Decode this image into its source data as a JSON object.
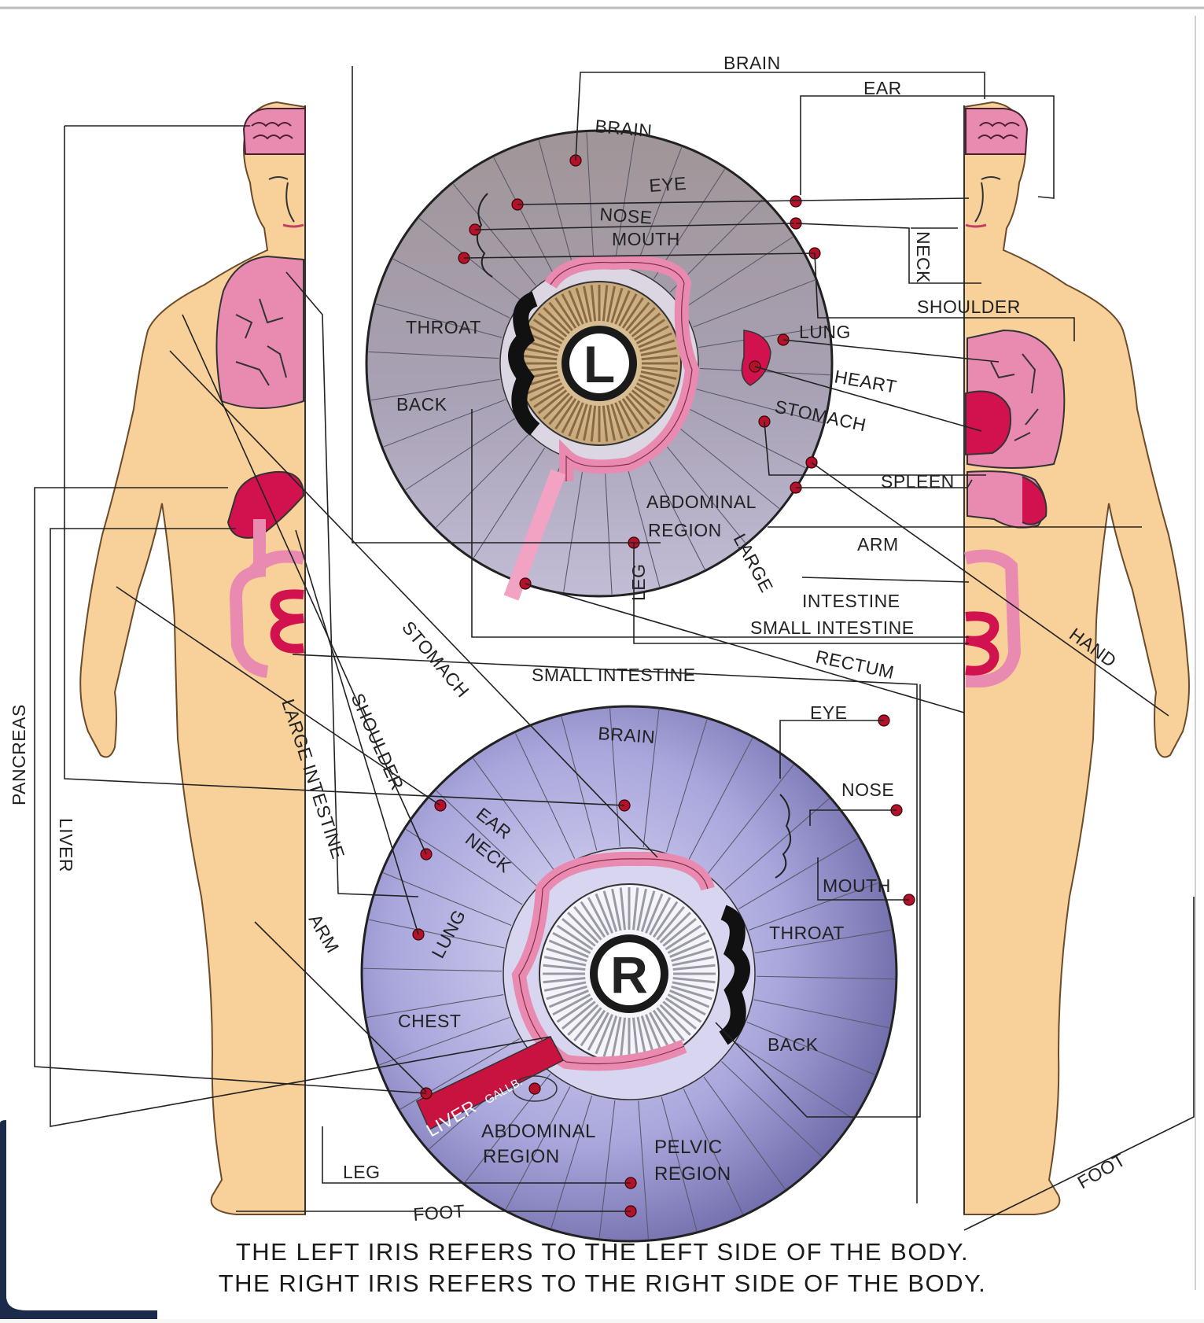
{
  "colors": {
    "skin": "#f7d09a",
    "skin_outline": "#6b4b2a",
    "organ_pink": "#e98bb0",
    "organ_magenta": "#d1124e",
    "left_iris_top": "#9e9698",
    "left_iris_bottom": "#b9b2cc",
    "right_iris_center": "#c9c6e8",
    "right_iris_edge": "#6d6aa8",
    "marker_dot": "#b3122a",
    "letter": "#c8123f"
  },
  "icons": [
    "brain-icon",
    "face-profile-icon",
    "intestine-icon",
    "lung-icon",
    "heart-icon",
    "stomach-icon",
    "liver-icon"
  ],
  "left_iris": {
    "letter": "L",
    "labels": {
      "brain": "BRAIN",
      "eye": "EYE",
      "nose": "NOSE",
      "mouth": "MOUTH",
      "throat": "THROAT",
      "back": "BACK",
      "lung": "LUNG",
      "heart": "HEART",
      "stomach": "STOMACH",
      "spleen": "SPLEEN",
      "abdominal": "ABDOMINAL",
      "region": "REGION",
      "large": "LARGE",
      "leg": "LEG"
    }
  },
  "right_iris": {
    "letter": "R",
    "labels": {
      "brain": "BRAIN",
      "ear": "EAR",
      "neck": "NECK",
      "lung": "LUNG",
      "chest": "CHEST",
      "liver": "LIVER",
      "gallb": "GALLB.",
      "abdominal": "ABDOMINAL",
      "region": "REGION",
      "pelvic": "PELVIC",
      "pelvic_region": "REGION",
      "throat": "THROAT",
      "back": "BACK"
    }
  },
  "outer_labels": {
    "brain_top": "BRAIN",
    "ear": "EAR",
    "neck": "NECK",
    "shoulder_right": "SHOULDER",
    "arm_right": "ARM",
    "intestine": "INTESTINE",
    "small_intestine_right": "SMALL INTESTINE",
    "rectum": "RECTUM",
    "hand": "HAND",
    "small_intestine_center": "SMALL INTESTINE",
    "stomach_diag": "STOMACH",
    "shoulder_diag": "SHOULDER",
    "large_intestine_diag": "LARGE INTESTINE",
    "pancreas": "PANCREAS",
    "liver": "LIVER",
    "arm_left": "ARM",
    "eye_right": "EYE",
    "nose_right": "NOSE",
    "mouth_right": "MOUTH",
    "leg": "LEG",
    "foot_bottom": "FOOT",
    "foot_right": "FOOT"
  },
  "caption": {
    "line1": "THE LEFT IRIS REFERS TO THE LEFT SIDE OF THE BODY.",
    "line2": "THE RIGHT IRIS REFERS TO THE RIGHT SIDE OF THE BODY."
  }
}
